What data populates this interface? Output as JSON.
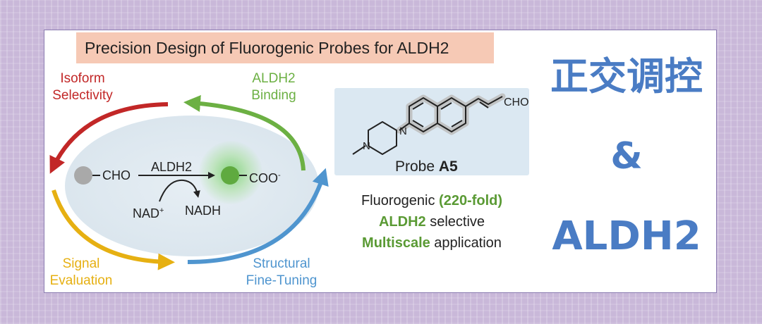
{
  "figure": {
    "title": "Precision Design of Fluorogenic Probes for ALDH2",
    "cycle": {
      "isoform": [
        "Isoform",
        "Selectivity"
      ],
      "binding": [
        "ALDH2",
        "Binding"
      ],
      "signal": [
        "Signal",
        "Evaluation"
      ],
      "tuning": [
        "Structural",
        "Fine-Tuning"
      ]
    },
    "reaction": {
      "substrate": "CHO",
      "enzyme": "ALDH2",
      "product": "COO",
      "product_charge": "-",
      "cofactor_in": "NAD",
      "cofactor_in_charge": "+",
      "cofactor_out": "NADH"
    },
    "probe": {
      "aldehyde": "CHO",
      "name_prefix": "Probe ",
      "name_bold": "A5"
    },
    "features": {
      "line1_prefix": "Fluorogenic ",
      "line1_highlight": "(220-fold)",
      "line2_highlight": "ALDH2",
      "line2_suffix": " selective",
      "line3_highlight": "Multiscale",
      "line3_suffix": " application"
    }
  },
  "side_text": {
    "chinese": "正交调控",
    "ampersand": "&",
    "target": "ALDH2"
  },
  "colors": {
    "red": "#c22727",
    "green": "#6cb043",
    "yellow": "#e6b012",
    "blue": "#4f95cf",
    "side_text": "#4a7cc4",
    "title_bg": "#f6c9b5",
    "probe_bg": "#dbe8f2"
  }
}
